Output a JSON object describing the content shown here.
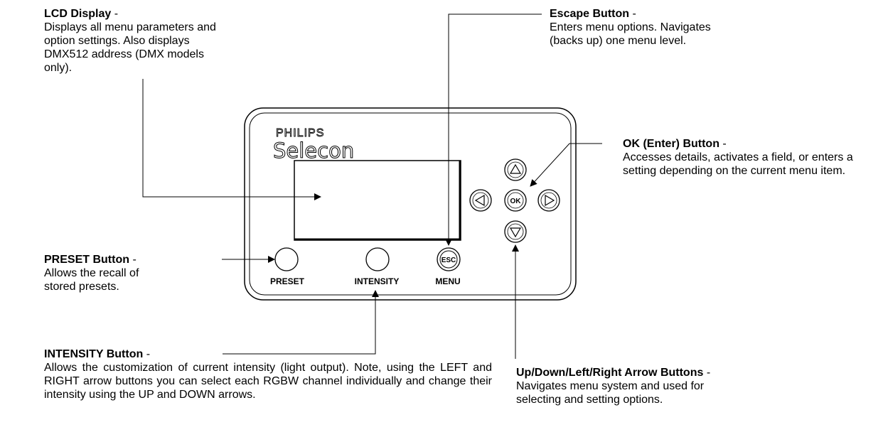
{
  "panel": {
    "brand": "PHILIPS",
    "logo": "Selecon",
    "labels": {
      "preset": "PRESET",
      "intensity": "INTENSITY",
      "menu": "MENU",
      "esc": "ESC",
      "ok": "OK"
    }
  },
  "callouts": {
    "lcd": {
      "title": "LCD Display",
      "desc": "Displays all menu parameters and option settings. Also displays DMX512 address (DMX models only)."
    },
    "escape": {
      "title": "Escape Button",
      "desc": "Enters menu options. Navigates (backs up) one menu level."
    },
    "ok": {
      "title": "OK (Enter) Button",
      "desc": "Accesses details, activates a field, or enters a setting depending on the current menu item."
    },
    "preset": {
      "title": "PRESET Button",
      "desc": "Allows the recall of stored presets."
    },
    "intensity": {
      "title": "INTENSITY Button",
      "desc": "Allows the customization of current intensity (light output). Note, using the LEFT and RIGHT arrow buttons you can select each RGBW channel individually and change their intensity using the UP and DOWN arrows."
    },
    "arrows": {
      "title": "Up/Down/Left/Right Arrow Buttons",
      "desc": "Navigates menu system and used for selecting and setting options."
    }
  },
  "colors": {
    "ink": "#000000",
    "panel_fill": "#ffffff"
  }
}
